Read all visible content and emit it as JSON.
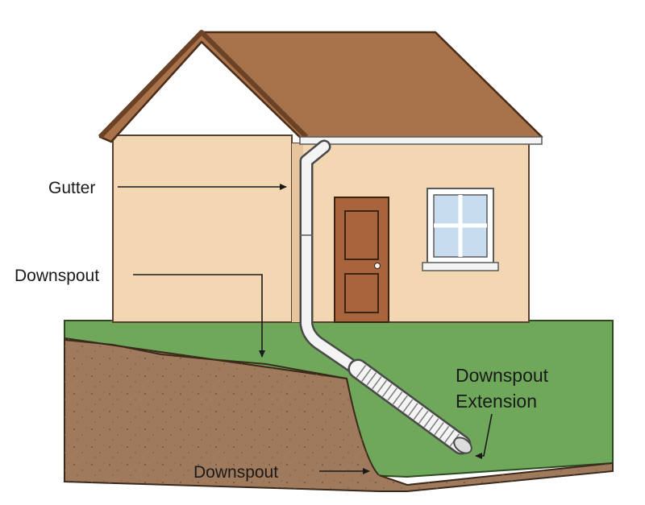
{
  "labels": {
    "gutter": "Gutter",
    "downspout_upper": "Downspout",
    "extension_line1": "Downspout",
    "extension_line2": "Extension",
    "downspout_lower": "Downspout"
  },
  "colors": {
    "wall": "#f3d7b3",
    "wall_shadow": "#e6c59d",
    "roof": "#a8724a",
    "roof_edge": "#6b4226",
    "door": "#a8643c",
    "window_glass": "#c7dcee",
    "grass": "#6fa85a",
    "soil": "#a07a5c",
    "pipe": "#f4f4f4"
  },
  "icons": [
    "arrow-icon"
  ]
}
